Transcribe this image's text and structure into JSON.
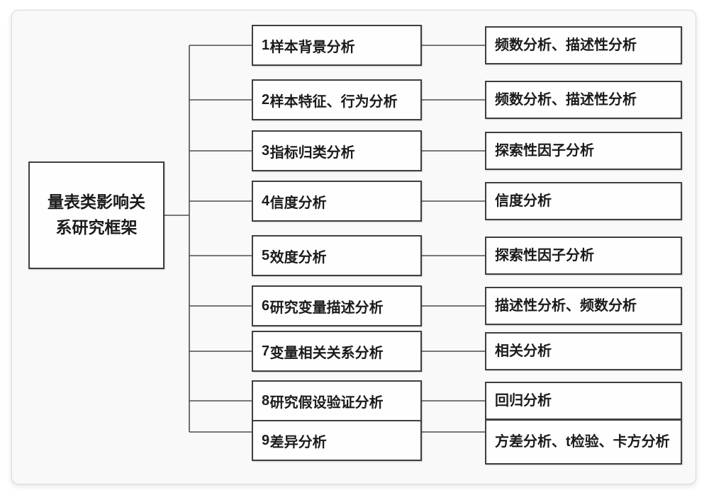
{
  "diagram": {
    "root": {
      "line1": "量表类影响关",
      "line2": "系研究框架"
    },
    "rows": [
      {
        "num": "1",
        "step": "样本背景分析",
        "method": "频数分析、描述性分析"
      },
      {
        "num": "2",
        "step": "样本特征、行为分析",
        "method": "频数分析、描述性分析"
      },
      {
        "num": "3",
        "step": "指标归类分析",
        "method": "探索性因子分析"
      },
      {
        "num": "4",
        "step": "信度分析",
        "method": "信度分析"
      },
      {
        "num": "5",
        "step": "效度分析",
        "method": "探索性因子分析"
      },
      {
        "num": "6",
        "step": "研究变量描述分析",
        "method": "描述性分析、频数分析"
      },
      {
        "num": "7",
        "step": "变量相关关系分析",
        "method": "相关分析"
      },
      {
        "num": "8",
        "step": "研究假设验证分析",
        "method": "回归分析"
      },
      {
        "num": "9",
        "step": "差异分析",
        "method": "方差分析、t检验、卡方分析"
      }
    ],
    "colors": {
      "connector": "#4d4d4d",
      "box_border": "#3f3f3f",
      "card_border": "#dcdcdc",
      "card_bg": "#f9f9f9",
      "text": "#1b1b1b"
    }
  }
}
